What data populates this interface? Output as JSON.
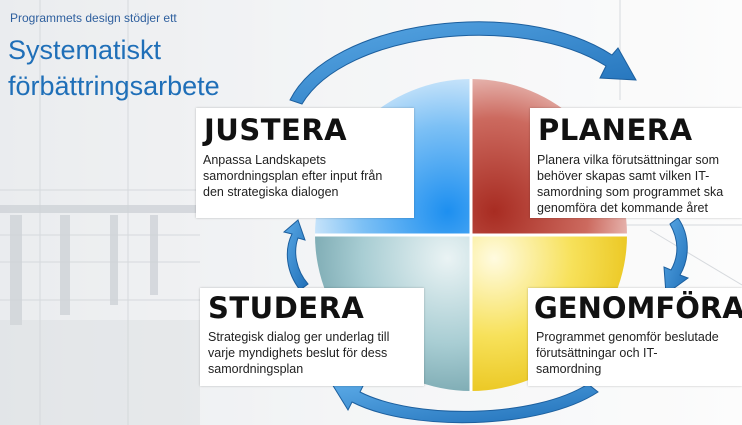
{
  "slide": {
    "subtitle": "Programmets design stödjer ett",
    "title_line1": "Systematiskt",
    "title_line2": "förbättringsarbete"
  },
  "cycle": {
    "quadrants": [
      {
        "id": "justera",
        "heading": "JUSTERA",
        "text": "Anpassa Landskapets\nsamordningsplan efter input från\nden strategiska dialogen",
        "color": "#2f9bee"
      },
      {
        "id": "planera",
        "heading": "PLANERA",
        "text": "Planera vilka förutsättningar som\nbehöver skapas samt vilken IT-\nsamordning som programmet ska\ngenomföra det kommande året",
        "color": "#b8392d"
      },
      {
        "id": "studera",
        "heading": "STUDERA",
        "text": "Strategisk dialog ger underlag till\nvarje myndighets beslut för dess\nsamordningsplan",
        "color": "#7fb3bd"
      },
      {
        "id": "genomfora",
        "heading": "GENOMFÖRA",
        "text": "Programmet genomför beslutade\nförutsättningar och IT-\nsamordning",
        "color": "#f2d21c"
      }
    ],
    "arrow_color": "#3d8fd6"
  }
}
